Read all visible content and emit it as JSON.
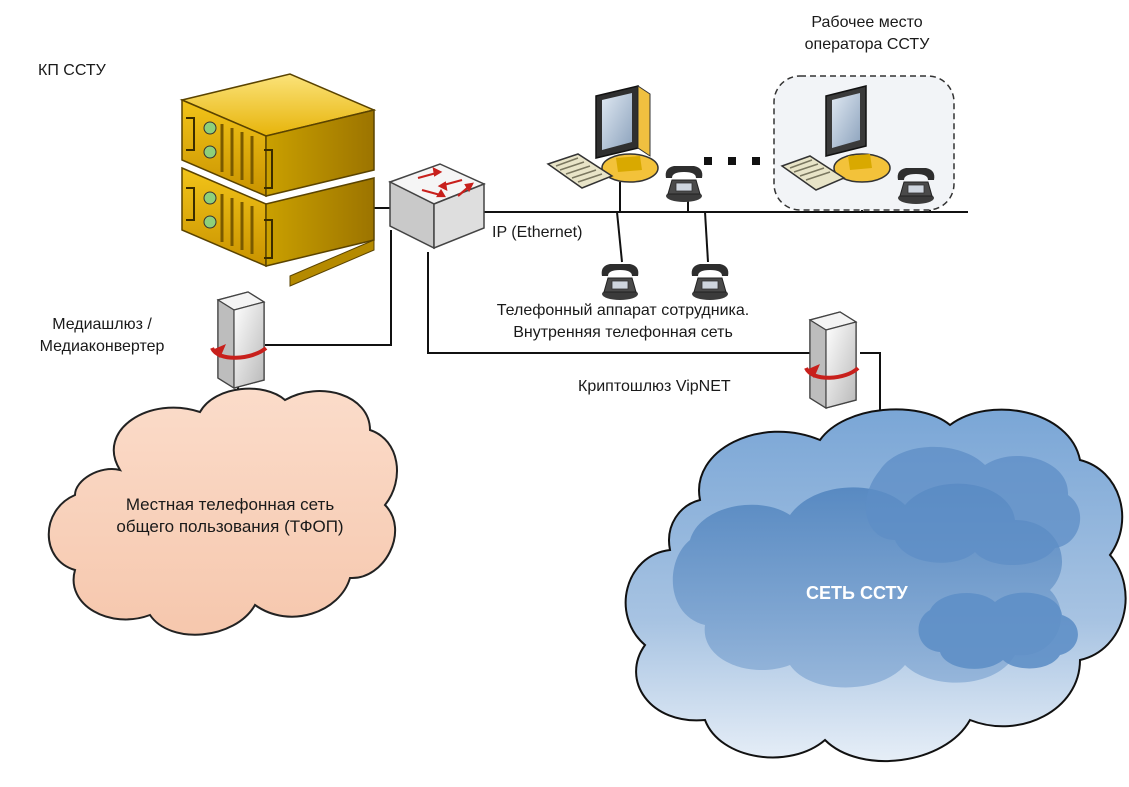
{
  "labels": {
    "kp_sstu": "КП ССТУ",
    "operator_line1": "Рабочее место",
    "operator_line2": "оператора ССТУ",
    "ip_ethernet": "IP (Ethernet)",
    "phone_line1": "Телефонный аппарат сотрудника.",
    "phone_line2": "Внутренняя телефонная сеть",
    "media_line1": "Медиашлюз /",
    "media_line2": "Медиаконвертер",
    "crypto": "Криптошлюз VipNET",
    "pstn_line1": "Местная телефонная сеть",
    "pstn_line2": "общего пользования (ТФОП)",
    "network": "СЕТЬ ССТУ"
  },
  "colors": {
    "server_gold": "#e8b400",
    "pstn_cloud": "#f9d2bd",
    "sstu_cloud": "#6b97c8",
    "arrow_red": "#c8201c",
    "line": "#111111"
  },
  "icons": [
    "server-icon",
    "switch-icon",
    "computer-icon",
    "keyboard-icon",
    "phone-icon",
    "gateway-icon",
    "cloud-icon"
  ]
}
